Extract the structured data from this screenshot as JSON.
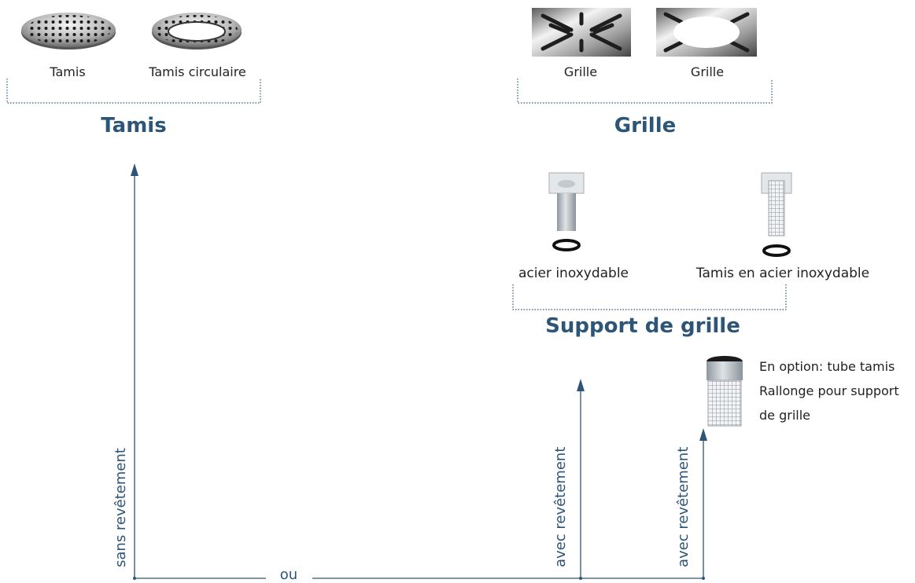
{
  "tamis_group": {
    "heading": "Tamis",
    "items": [
      {
        "label": "Tamis"
      },
      {
        "label": "Tamis circulaire"
      }
    ]
  },
  "grille_group": {
    "heading": "Grille",
    "items": [
      {
        "label": "Grille"
      },
      {
        "label": "Grille"
      }
    ]
  },
  "support_group": {
    "heading": "Support de grille",
    "items": [
      {
        "label": "acier inoxydable"
      },
      {
        "label": "Tamis en acier inoxydable"
      }
    ]
  },
  "option_note": {
    "lines": [
      "En option: tube tamis",
      "Rallonge pour support",
      "de grille"
    ]
  },
  "axes": {
    "left_label": "sans revêtement",
    "middle_label": "avec revêtement",
    "right_label": "avec revêtement",
    "bottom_label": "ou"
  },
  "colors": {
    "accent": "#2d5577",
    "text": "#222222"
  }
}
